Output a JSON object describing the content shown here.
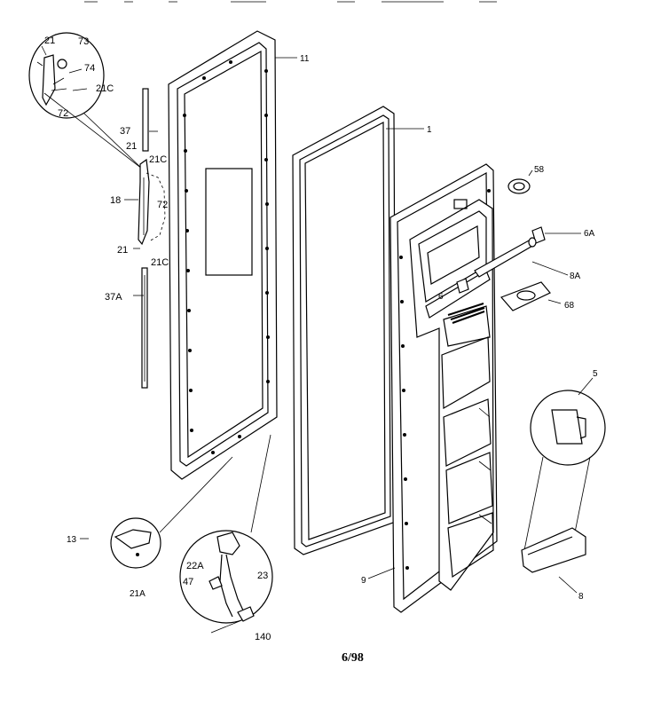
{
  "diagram": {
    "labels": {
      "l21_top": "21",
      "l73": "73",
      "l74": "74",
      "l21c_a": "21C",
      "l72_a": "72",
      "l37": "37",
      "l21_b": "21",
      "l21c_b": "21C",
      "l18": "18",
      "l72_b": "72",
      "l21_c": "21",
      "l21c_c": "21C",
      "l37a": "37A",
      "l11": "11",
      "l1": "1",
      "l58": "58",
      "l6a_a": "6A",
      "l8a": "8A",
      "l6": "6",
      "l68": "68",
      "l5": "5",
      "l13": "13",
      "l21a": "21A",
      "l22a": "22A",
      "l47": "47",
      "l23": "23",
      "l140": "140",
      "l9": "9",
      "l8": "8"
    },
    "footer": "6/98"
  }
}
